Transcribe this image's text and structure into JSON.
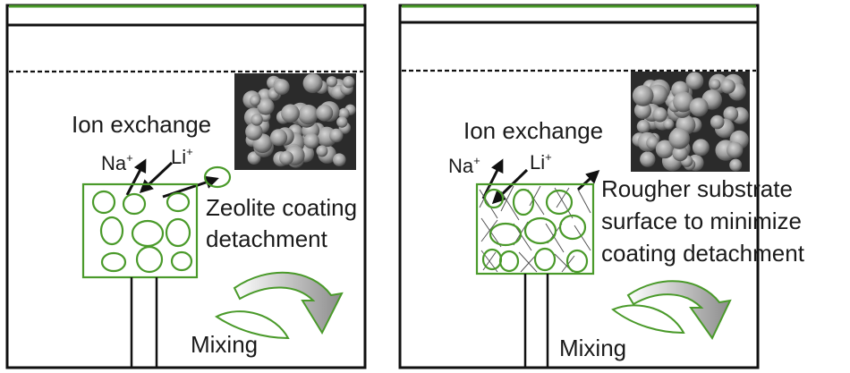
{
  "colors": {
    "green": "#4a9a2a",
    "black": "#111111",
    "sem_dark": "#2b2b2b",
    "sem_light": "#b8b8b8"
  },
  "left_panel": {
    "ion_exchange": "Ion exchange",
    "ion_na": "Na",
    "ion_li": "Li",
    "ion_charge": "+",
    "detachment_line1": "Zeolite coating",
    "detachment_line2": "detachment",
    "mixing": "Mixing"
  },
  "right_panel": {
    "ion_exchange": "Ion exchange",
    "ion_na": "Na",
    "ion_li": "Li",
    "ion_charge": "+",
    "substrate_line1": "Rougher substrate",
    "substrate_line2": "surface to minimize",
    "substrate_line3": "coating detachment",
    "mixing": "Mixing"
  },
  "icons": {
    "sem_image": "sem-micrograph-icon",
    "stirrer": "stirrer-icon",
    "mixing_arrow": "curved-arrow-icon"
  }
}
